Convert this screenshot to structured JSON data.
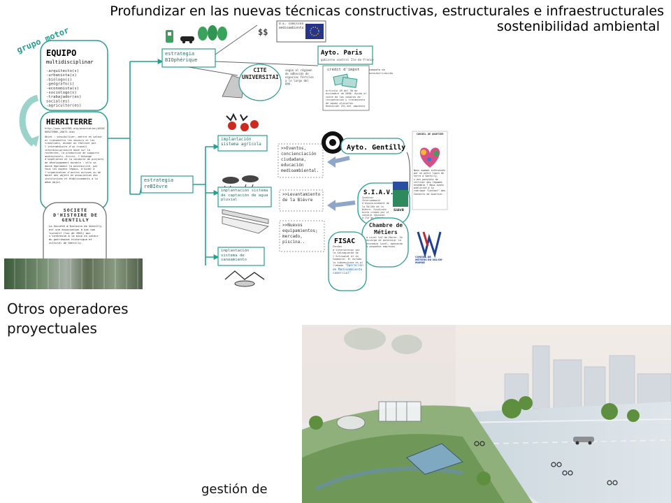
{
  "title": {
    "line1": "Profundizar en las nuevas técnicas constructivas, estructurales  e infraestructurales",
    "line2": "sostenibilidad ambiental"
  },
  "labels": {
    "otros_line1": "Otros operadores",
    "otros_line2": "proyectuales",
    "gestion": "gestión de"
  },
  "diagram": {
    "grupo_motor": "grupo motor",
    "equipo": {
      "title": "EQUIPO",
      "subtitle": "multidisciplinar",
      "items": [
        "-arquitecto(s)",
        "-urbanista(s)",
        "-biólogo(s)",
        "-geógrafo(s)",
        "-economista(s)",
        "-sociólogo(s)",
        "-trabajador(es)",
        "social(es)",
        "-agricultor(es)"
      ]
    },
    "herriterre": {
      "title": "HERRITERRE",
      "url": "http://www.net1901.org/association/ASSOCIATION-HERITERRE,20673.html",
      "body": "Objet : sensibiliser, mettre en valeur et transmettre les savoirs et les traditions, animer ou réaliser par l'intermédiaire d'un travail interdisciplinaire basé sur la recherche, la production de supports audiovisuels, écrits, l'échange d'expérience et la conduite de projects de développement durable : elle se donne également la possibilité, par tous les moyens légaux, d'aider à l'organisation d'autres actions ou de mener des objets en association des institutions et établissements à la même objet."
    },
    "societe": {
      "title": "SOCIÉTÉ D'HISTOIRE DE GENTILLY",
      "body": "La Société d'Histoire de Gentilly est une association à but non lucratif (loi de 1901) qui s'intéresse à la mise en valeur du patrimoine historique et culturel de Gentilly."
    },
    "estrategia_bio": "estrategia BIOphérique",
    "ue": "U.E. comisión medioambiental",
    "money": "$$",
    "cite": "CITE UNIVERSITAIRE",
    "cite_note": "según el régimen de adhesión de espacios fértiles a lo largo del PPP.",
    "paris": {
      "title": "Ayto. Paris",
      "subtitle": "gobierno central Ile-de-France",
      "credit": "crédit d'impot",
      "campaign": "campaña de sensibilización",
      "note": "artículo 49 del 30 de diciembre de 2006. Ayuda al coste de las compras de recuperación y tratamiento de aguas pluviales. Reducción 25% del impuesto"
    },
    "estrategia_rebievre": "estrategia reBIèvre",
    "implantacion_agricola": "implantación sistema agrícola",
    "eventos": ">>Eventos, concienciación ciudadana, educación medioambiental.",
    "gentilly": "Ayto. Gentilly",
    "conseil": {
      "title": "CONSEIL DE QUARTIER",
      "body": "Nous sommes intéressés par un petit lopin de terre à Gentilly, c'est possible de cultiver des légumes ensemble ? Nous avons publicisé à la rubrique \"Contact\" des Conseils de Quartier."
    },
    "captacion": "implantación sistema de captación de agua pluvial",
    "levantamiento": ">>Levantamiento de la Bièvre",
    "siavb": {
      "title": "S.I.A.V.B.",
      "body": "Syndicat Intercommunal d'Assainissement de la Vallée de la Bièvre. Sindicato mixto creado por el consejo regional d'Ile de France.",
      "logo": "SIAVB"
    },
    "nuevos": ">>Nuevos equipamientos; mercado, piscina..",
    "chambre": {
      "title": "Chambre de Métiers",
      "body": "a nivel Val-de-Marne. Se encarga de potenciar la economía local, apoyando a pequeñas empresas."
    },
    "conseil_metiers": "CONSEIL DE MÉTIERS DU VAL-DE-MARNE",
    "fisac": {
      "title": "FISAC",
      "body": "Fondos d'intervention por la Salvaguarda de l'Artisanat et du Commerce. El estado lo subvenciona en el llamado",
      "highlight": "\"Operación de Medioambiente comercial\""
    },
    "saneamiento": "implantación sistema de saneamiento"
  },
  "colors": {
    "teal": "#2a9d8f",
    "teal_light": "#5fbfb2",
    "blue_arrow": "#8ea6c8",
    "gray_line": "#888888"
  }
}
